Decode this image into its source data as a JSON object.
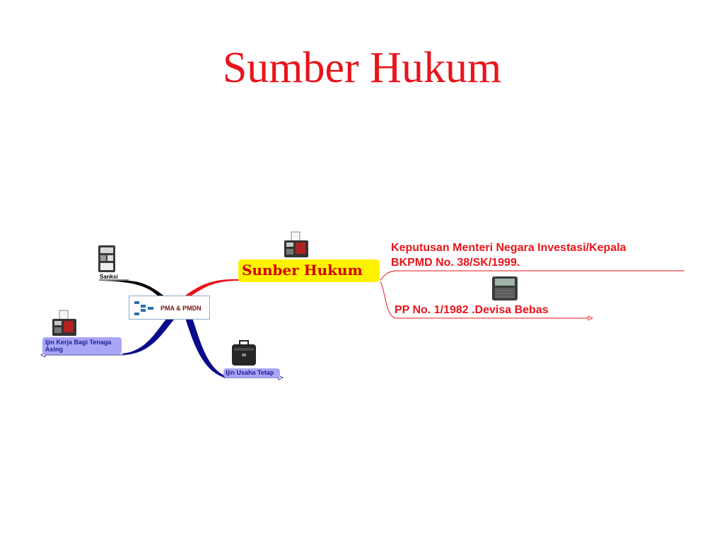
{
  "title": "Sumber Hukum",
  "central_topic": "PMA & PMDN",
  "branches": {
    "sanksi": "Sanksi",
    "ijin_kerja_line1": "Ijin Kerja Bagi Tenaga",
    "ijin_kerja_line2": "Asing",
    "ijin_usaha": "Ijin Usaha Tetap",
    "sumber_hukum": "Sunber Hukum"
  },
  "sub_branches": {
    "keputusan_line1": "Keputusan Menteri Negara Investasi/Kepala",
    "keputusan_line2": "BKPMD No. 38/SK/1999.",
    "pp": "PP No. 1/1982 .Devisa Bebas"
  },
  "icons": {
    "sanksi": "cash-register-icon",
    "ijin_kerja": "calculator-receipt-icon",
    "ijin_usaha": "briefcase-icon",
    "sumber_hukum": "calculator-receipt-icon",
    "pp": "electronic-organizer-icon",
    "central": "mindmap-structure-icon"
  },
  "colors": {
    "title": "#e8141b",
    "sumber_node": "#fff200",
    "sumber_text": "#d40000",
    "blue_node": "#a9a6f6",
    "red_text": "#e8141b"
  }
}
